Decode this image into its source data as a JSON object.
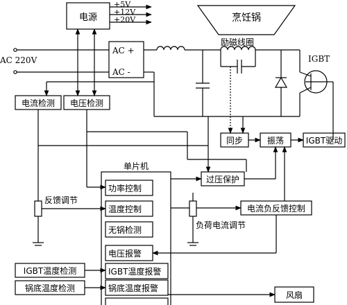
{
  "power_supply": {
    "label": "电源",
    "outputs": [
      "+5V",
      "+12V",
      "+20V"
    ]
  },
  "mains": {
    "input_label": "AC 220V",
    "ac_plus": "AC +",
    "ac_minus": "AC -"
  },
  "cooker": {
    "pot_label": "烹饪锅",
    "coil_label": "励磁线圈"
  },
  "igbt": {
    "label": "IGBT"
  },
  "sensing": {
    "current_detect": "电流检测",
    "voltage_detect": "电压检测"
  },
  "control_blocks": {
    "sync": "同步",
    "oscillator": "振荡",
    "igbt_driver": "IGBT驱动",
    "overvoltage_protect": "过压保护",
    "current_negative_feedback": "电流负反馈控制"
  },
  "mcu": {
    "title": "单片机",
    "functions": [
      "功率控制",
      "温度控制",
      "无锅检测",
      "电压报警",
      "IGBT温度报警",
      "锅底温度报警"
    ]
  },
  "potentiometers": {
    "feedback_adjust": "反馈调节",
    "load_current_adjust": "负荷电流调节"
  },
  "temperature_sensors": {
    "igbt_temp": "IGBT温度检测",
    "pan_bottom_temp": "锅底温度检测"
  },
  "fan": {
    "label": "风扇"
  },
  "colors": {
    "line": "#000000",
    "background": "#ffffff"
  }
}
